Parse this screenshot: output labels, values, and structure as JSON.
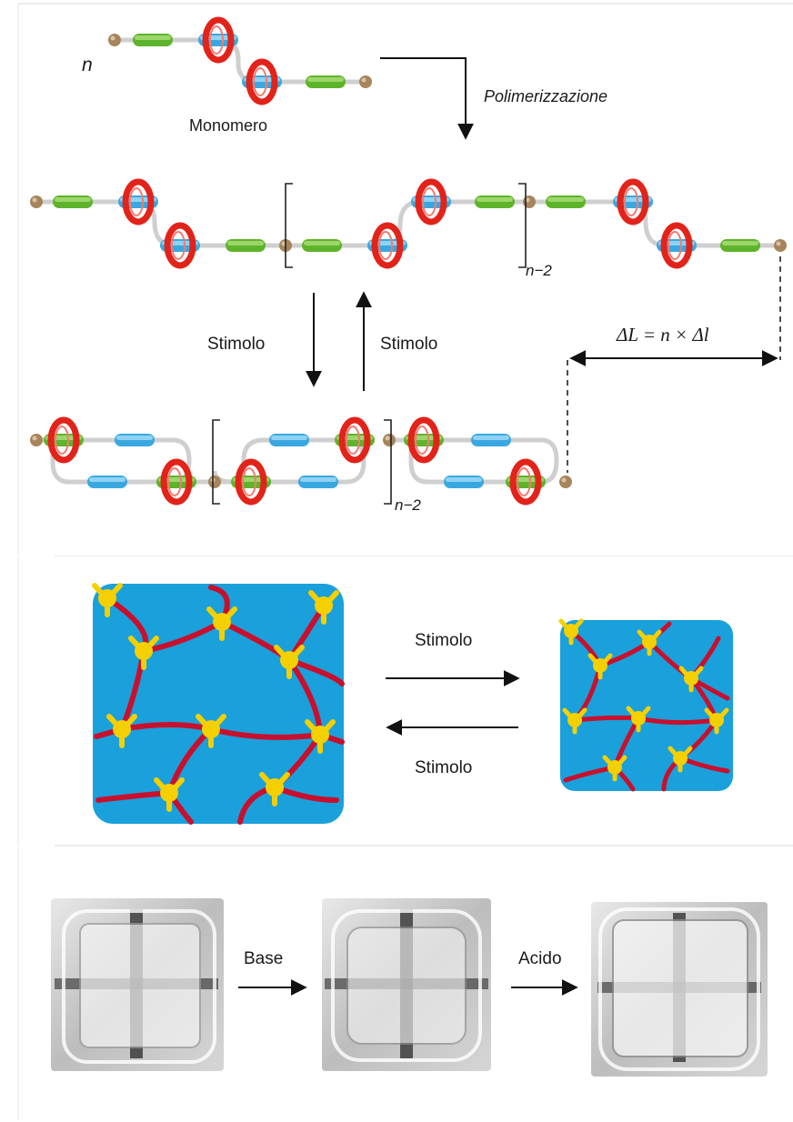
{
  "top": {
    "n_label": "n",
    "monomer_label": "Monomero",
    "polymerization_label": "Polimerizzazione",
    "subscript_upper": "n−2",
    "subscript_lower": "n−2",
    "stimulus_down": "Stimolo",
    "stimulus_up": "Stimolo",
    "delta_formula": "ΔL = n × Δl"
  },
  "middle": {
    "stimulus_forward": "Stimolo",
    "stimulus_backward": "Stimolo"
  },
  "bottom": {
    "base_label": "Base",
    "acid_label": "Acido"
  },
  "colors": {
    "ring": "#e2231a",
    "green_segment": "#5db42b",
    "blue_segment": "#3aa8e0",
    "stopper": "#a6855c",
    "network_bg": "#1aa0db",
    "network_chain": "#c8102e",
    "network_node": "#f5d000"
  }
}
